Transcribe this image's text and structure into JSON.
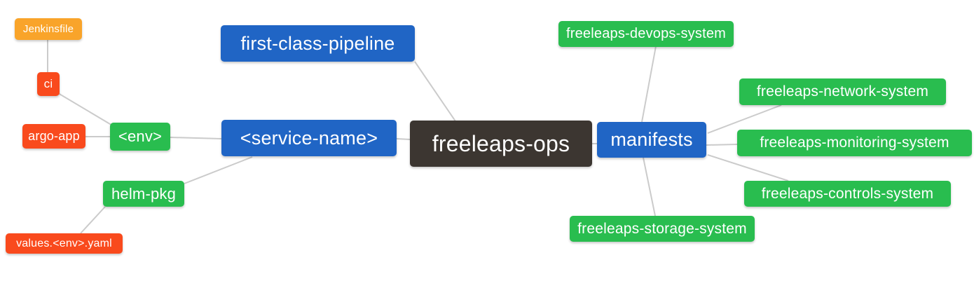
{
  "diagram": {
    "type": "mindmap",
    "root": "freeleaps-ops",
    "palette": {
      "blue": "#2065C5",
      "green": "#29BD4F",
      "orange": "#F9A42A",
      "red_orange": "#F94A1D",
      "dark": "#3C3631",
      "edge_line": "#CBCBCB",
      "node_text": "#FFFFFF",
      "background": "#FFFFFF"
    },
    "nodes": [
      {
        "id": "jenkinsfile",
        "label": "Jenkinsfile",
        "color": "orange"
      },
      {
        "id": "ci",
        "label": "ci",
        "color": "red_orange"
      },
      {
        "id": "argo-app",
        "label": "argo-app",
        "color": "red_orange"
      },
      {
        "id": "env",
        "label": "<env>",
        "color": "green"
      },
      {
        "id": "helm-pkg",
        "label": "helm-pkg",
        "color": "green"
      },
      {
        "id": "values-env-yaml",
        "label": "values.<env>.yaml",
        "color": "red_orange"
      },
      {
        "id": "first-class-pipeline",
        "label": "first-class-pipeline",
        "color": "blue"
      },
      {
        "id": "service-name",
        "label": "<service-name>",
        "color": "blue"
      },
      {
        "id": "freeleaps-ops",
        "label": "freeleaps-ops",
        "color": "dark"
      },
      {
        "id": "manifests",
        "label": "manifests",
        "color": "blue"
      },
      {
        "id": "devops-system",
        "label": "freeleaps-devops-system",
        "color": "green"
      },
      {
        "id": "network-system",
        "label": "freeleaps-network-system",
        "color": "green"
      },
      {
        "id": "monitoring-system",
        "label": "freeleaps-monitoring-system",
        "color": "green"
      },
      {
        "id": "controls-system",
        "label": "freeleaps-controls-system",
        "color": "green"
      },
      {
        "id": "storage-system",
        "label": "freeleaps-storage-system",
        "color": "green"
      }
    ],
    "edges": [
      [
        "jenkinsfile",
        "ci"
      ],
      [
        "ci",
        "env"
      ],
      [
        "argo-app",
        "env"
      ],
      [
        "env",
        "service-name"
      ],
      [
        "helm-pkg",
        "service-name"
      ],
      [
        "values-env-yaml",
        "helm-pkg"
      ],
      [
        "service-name",
        "freeleaps-ops"
      ],
      [
        "first-class-pipeline",
        "freeleaps-ops"
      ],
      [
        "freeleaps-ops",
        "manifests"
      ],
      [
        "manifests",
        "devops-system"
      ],
      [
        "manifests",
        "network-system"
      ],
      [
        "manifests",
        "monitoring-system"
      ],
      [
        "manifests",
        "controls-system"
      ],
      [
        "manifests",
        "storage-system"
      ]
    ]
  }
}
